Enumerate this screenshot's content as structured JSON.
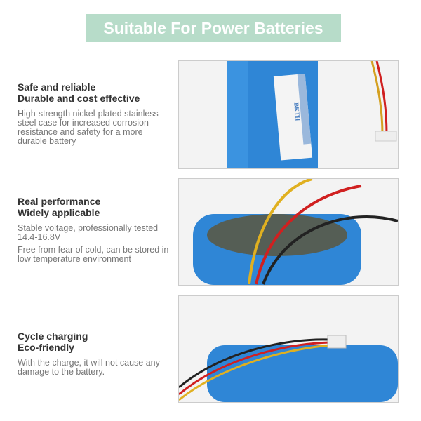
{
  "banner": {
    "title": "Suitable For Power Batteries",
    "color": "#b7dcc9"
  },
  "sections": [
    {
      "heading1": "Safe and reliable",
      "heading2": "Durable and cost effective",
      "paragraphs": [
        "High-strength nickel-plated stainless steel case for increased corrosion resistance and safety for a more durable battery"
      ]
    },
    {
      "heading1": "Real performance",
      "heading2": "Widely applicable",
      "paragraphs": [
        "Stable voltage, professionally tested 14.4-16.8V",
        "Free from fear of cold, can be stored in low temperature environment"
      ]
    },
    {
      "heading1": "Cycle charging",
      "heading2": "Eco-friendly",
      "paragraphs": [
        "With the charge, it will not cause any damage to the battery."
      ]
    }
  ],
  "photos": [
    {
      "subject": "battery-label-closeup",
      "label_brand": "BKTH"
    },
    {
      "subject": "battery-top-wires"
    },
    {
      "subject": "battery-connector"
    }
  ],
  "colors": {
    "battery_blue": "#2f86d6"
  }
}
